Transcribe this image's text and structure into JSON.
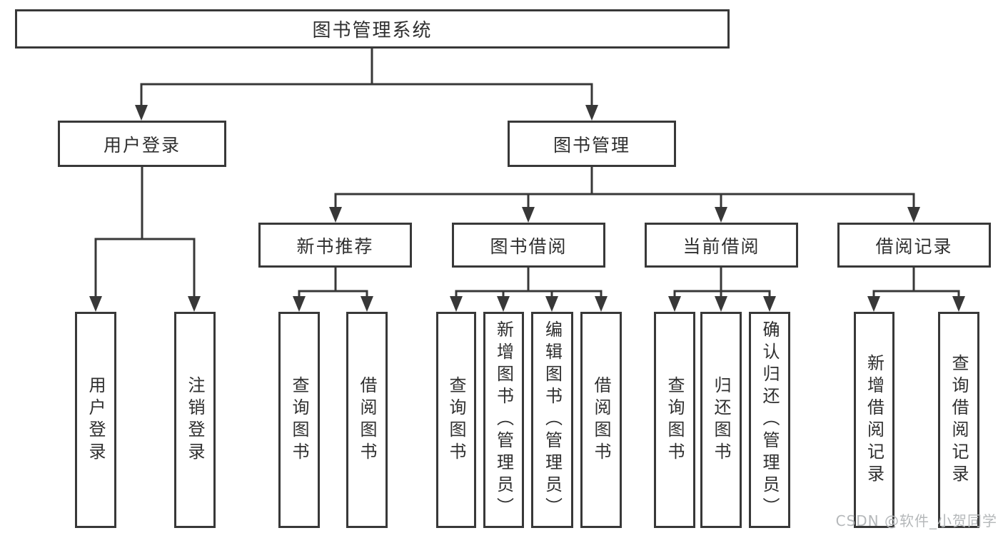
{
  "tree": {
    "root": {
      "label": "图书管理系统",
      "children": [
        {
          "label": "用户登录",
          "children": [
            {
              "label": "用户登录"
            },
            {
              "label": "注销登录"
            }
          ]
        },
        {
          "label": "图书管理",
          "children": [
            {
              "label": "新书推荐",
              "children": [
                {
                  "label": "查询图书"
                },
                {
                  "label": "借阅图书"
                }
              ]
            },
            {
              "label": "图书借阅",
              "children": [
                {
                  "label": "查询图书"
                },
                {
                  "label": "新增图书（管理员）"
                },
                {
                  "label": "编辑图书（管理员）"
                },
                {
                  "label": "借阅图书"
                }
              ]
            },
            {
              "label": "当前借阅",
              "children": [
                {
                  "label": "查询图书"
                },
                {
                  "label": "归还图书"
                },
                {
                  "label": "确认归还（管理员）"
                }
              ]
            },
            {
              "label": "借阅记录",
              "children": [
                {
                  "label": "新增借阅记录"
                },
                {
                  "label": "查询借阅记录"
                }
              ]
            }
          ]
        }
      ]
    }
  },
  "watermark": {
    "text": "CSDN @软件_小贺同学"
  },
  "colors": {
    "line": "#383838",
    "text": "#2f2f2f",
    "watermark": "#b5b8ba",
    "background": "#ffffff"
  }
}
